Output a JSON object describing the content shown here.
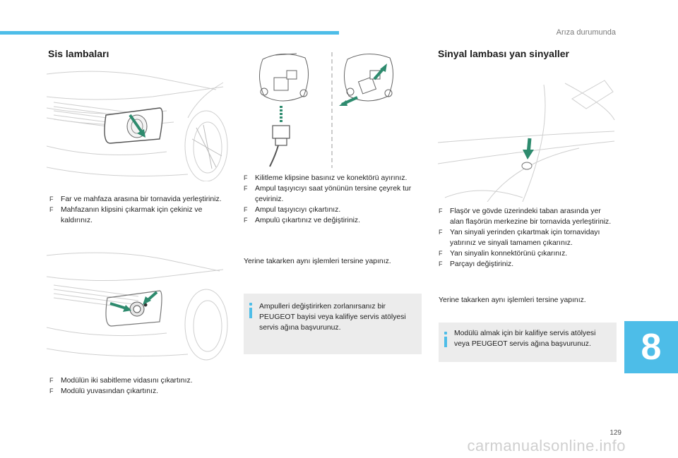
{
  "header": {
    "section_title": "Arıza durumunda"
  },
  "fog_lamps": {
    "heading": "Sis lambaları",
    "steps_a": [
      "Far ve mahfaza arasına bir tornavida yerleştiriniz.",
      "Mahfazanın klipsini çıkarmak için çekiniz ve kaldırınız."
    ],
    "steps_b": [
      "Modülün iki sabitleme vidasını çıkartınız.",
      "Modülü yuvasından çıkartınız."
    ]
  },
  "bulb": {
    "steps": [
      "Kilitleme klipsine basınız ve konektörü ayırınız.",
      "Ampul taşıyıcıyı saat yönünün tersine çeyrek tur çeviriniz.",
      "Ampul taşıyıcıyı çıkartınız.",
      "Ampulü çıkartınız ve değiştiriniz."
    ],
    "refit": "Yerine takarken aynı işlemleri tersine yapınız.",
    "note": "Ampulleri değiştirirken zorlanırsanız bir PEUGEOT bayisi veya kalifiye servis atölyesi servis ağına başvurunuz."
  },
  "side_indicator": {
    "heading": "Sinyal lambası yan sinyaller",
    "steps": [
      "Flaşör ve gövde üzerindeki taban arasında yer alan flaşörün merkezine bir tornavida yerleştiriniz.",
      "Yan sinyali yerinden çıkartmak için tornavidayı yatırınız ve sinyali tamamen çıkarınız.",
      "Yan sinyalin konnektörünü çıkarınız.",
      "Parçayı değiştiriniz."
    ],
    "refit": "Yerine takarken aynı işlemleri tersine yapınız.",
    "note": "Modülü almak için bir kalifiye servis atölyesi veya PEUGEOT servis ağına başvurunuz."
  },
  "bullet_glyph": "F",
  "chapter": {
    "number": "8"
  },
  "footer": {
    "page_number": "129",
    "watermark": "carmanualsonline.info"
  },
  "colors": {
    "accent": "#4dbde8",
    "arrow": "#2e8b6e",
    "note_bg": "#ececec"
  },
  "icons": [
    "info-icon"
  ]
}
